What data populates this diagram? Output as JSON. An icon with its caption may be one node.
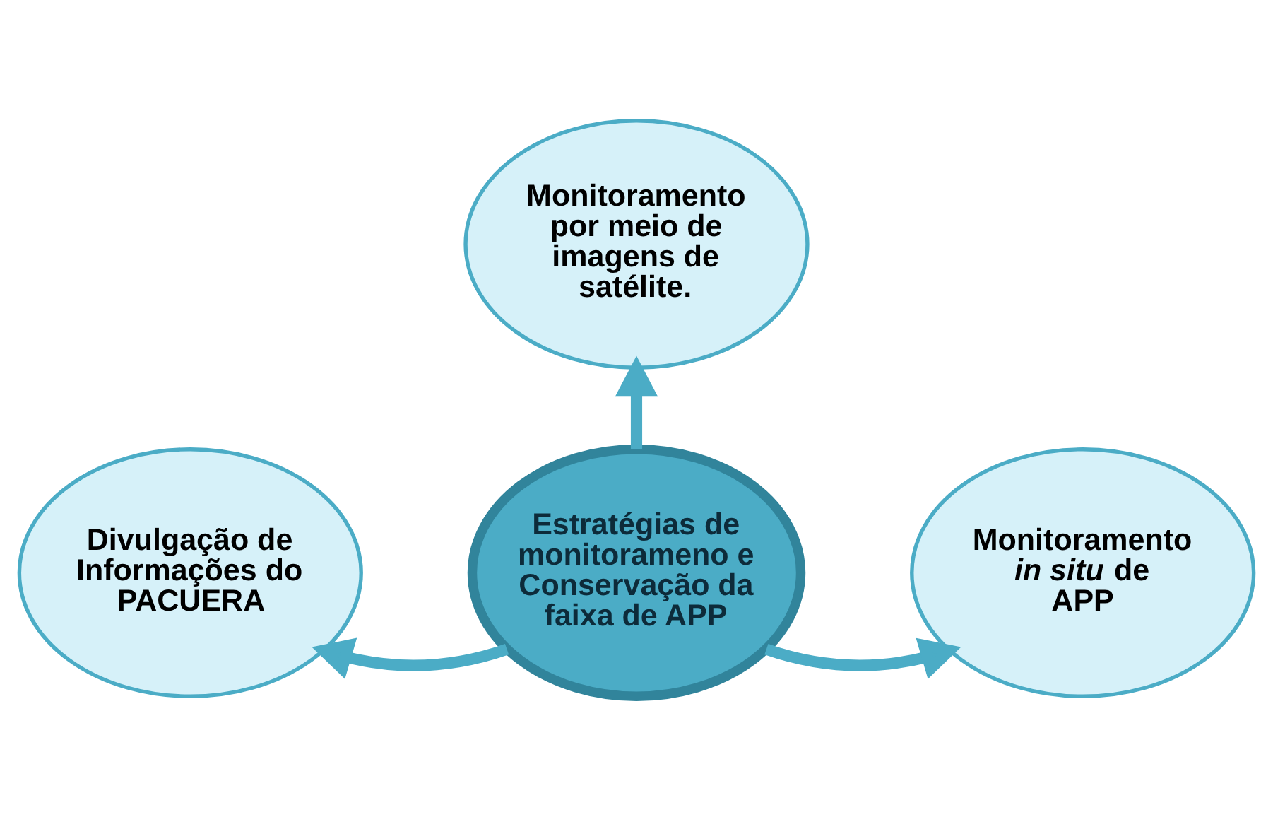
{
  "diagram": {
    "nodes": [
      {
        "text": [
          "Estratégias de monitorameno e Conservação da faixa de APP"
        ]
      },
      {
        "text": [
          "Monitoramento por meio de imagens de satélite."
        ]
      },
      {
        "text": [
          "Divulgação de Informações do PACUERA"
        ]
      },
      {
        "text": [
          "Monitoramento *in situ* de APP"
        ]
      }
    ],
    "edges": [
      {
        "from": 0,
        "to": 1,
        "arrow": "to"
      },
      {
        "from": 0,
        "to": 2,
        "arrow": "to"
      },
      {
        "from": 0,
        "to": 3,
        "arrow": "to"
      }
    ]
  }
}
